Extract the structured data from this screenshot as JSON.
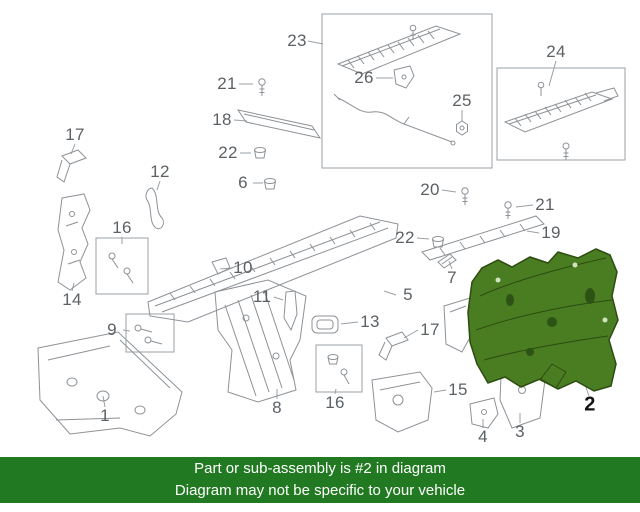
{
  "diagram": {
    "highlighted_part": "2",
    "highlight_color": "#4a7d22",
    "labels": [
      {
        "text": "23"
      },
      {
        "text": "26"
      },
      {
        "text": "25"
      },
      {
        "text": "24"
      },
      {
        "text": "21"
      },
      {
        "text": "18"
      },
      {
        "text": "22"
      },
      {
        "text": "17"
      },
      {
        "text": "12"
      },
      {
        "text": "6"
      },
      {
        "text": "20"
      },
      {
        "text": "21"
      },
      {
        "text": "19"
      },
      {
        "text": "22"
      },
      {
        "text": "16"
      },
      {
        "text": "10"
      },
      {
        "text": "14"
      },
      {
        "text": "11"
      },
      {
        "text": "7"
      },
      {
        "text": "5"
      },
      {
        "text": "13"
      },
      {
        "text": "9"
      },
      {
        "text": "17"
      },
      {
        "text": "1"
      },
      {
        "text": "8"
      },
      {
        "text": "16"
      },
      {
        "text": "15"
      },
      {
        "text": "4"
      },
      {
        "text": "3"
      },
      {
        "text": "2"
      }
    ]
  },
  "banner": {
    "line1": "Part or sub-assembly is #2 in diagram",
    "line2": "Diagram may not be specific to your vehicle",
    "bg_color": "#217a21",
    "text_color": "#ffffff"
  }
}
